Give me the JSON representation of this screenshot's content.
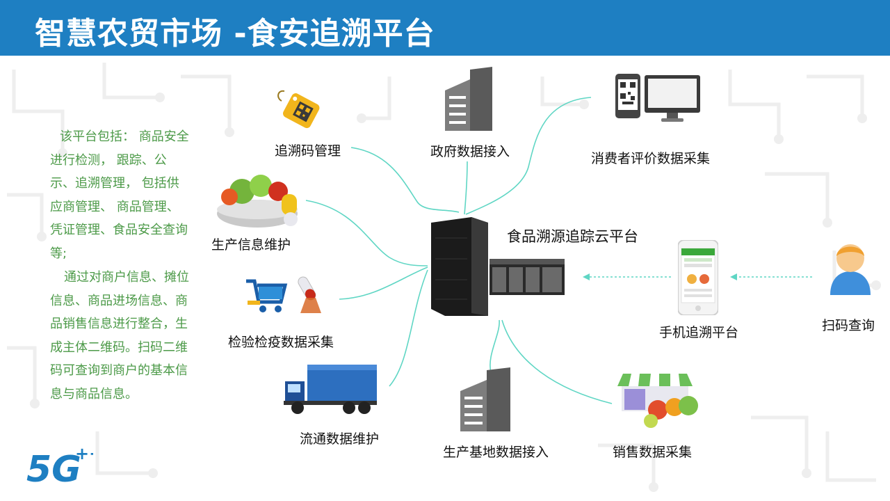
{
  "header": {
    "title": "智慧农贸市场 -食安追溯平台"
  },
  "description": {
    "paragraph1": "该平台包括： 商品安全进行检测， 跟踪、公示、追溯管理， 包括供应商管理、 商品管理、 凭证管理、食品安全查询等;",
    "paragraph2": "通过对商户信息、摊位信息、商品进场信息、商品销售信息进行整合，生成主体二维码。扫码二维码可查询到商户的基本信息与商品信息。"
  },
  "center": {
    "label": "食品溯源追踪云平台"
  },
  "nodes": {
    "trace_code": "追溯码管理",
    "gov_data": "政府数据接入",
    "consumer_eval": "消费者评价数据采集",
    "production_info": "生产信息维护",
    "inspection": "检验检疫数据采集",
    "logistics": "流通数据维护",
    "base_data": "生产基地数据接入",
    "sales_data": "销售数据采集",
    "mobile_platform": "手机追溯平台",
    "scan_query": "扫码查询"
  },
  "logo": {
    "text": "5G++"
  },
  "colors": {
    "header": "#1e7fc2",
    "connector": "#5fd6c4",
    "body_text": "#4c9a48"
  },
  "icons": [
    "price-tag-icon",
    "office-building-icon",
    "qr-monitor-icon",
    "vegetable-basket-icon",
    "shopping-cart-icon",
    "test-tube-icon",
    "delivery-truck-icon",
    "production-building-icon",
    "market-stall-icon",
    "server-icon",
    "smartphone-icon",
    "user-avatar-icon",
    "5g-logo"
  ]
}
